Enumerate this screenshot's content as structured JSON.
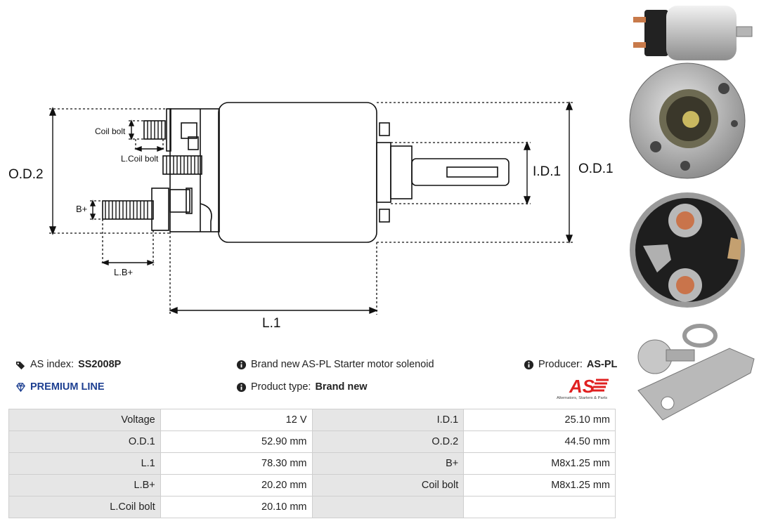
{
  "drawing": {
    "labels": {
      "od2": "O.D.2",
      "od1": "O.D.1",
      "id1": "I.D.1",
      "l1": "L.1",
      "lb": "L.B+",
      "bplus": "B+",
      "coil_bolt": "Coil bolt",
      "l_coil_bolt": "L.Coil bolt"
    }
  },
  "info": {
    "as_index_label": "AS index:",
    "as_index_value": "SS2008P",
    "premium": "PREMIUM LINE",
    "description": "Brand new AS-PL Starter motor solenoid",
    "product_type_label": "Product type:",
    "product_type_value": "Brand new",
    "producer_label": "Producer:",
    "producer_value": "AS-PL"
  },
  "logo": {
    "mark": "AS",
    "tagline": "Alternators, Starters & Parts",
    "color": "#e02020"
  },
  "specs": [
    [
      "Voltage",
      "12 V",
      "I.D.1",
      "25.10 mm"
    ],
    [
      "O.D.1",
      "52.90 mm",
      "O.D.2",
      "44.50 mm"
    ],
    [
      "L.1",
      "78.30 mm",
      "B+",
      "M8x1.25 mm"
    ],
    [
      "L.B+",
      "20.20 mm",
      "Coil bolt",
      "M8x1.25 mm"
    ],
    [
      "L.Coil bolt",
      "20.10 mm",
      "",
      ""
    ]
  ],
  "colors": {
    "premium": "#1d3f91",
    "label_cell": "#e6e6e6",
    "border": "#cfcfcf"
  }
}
